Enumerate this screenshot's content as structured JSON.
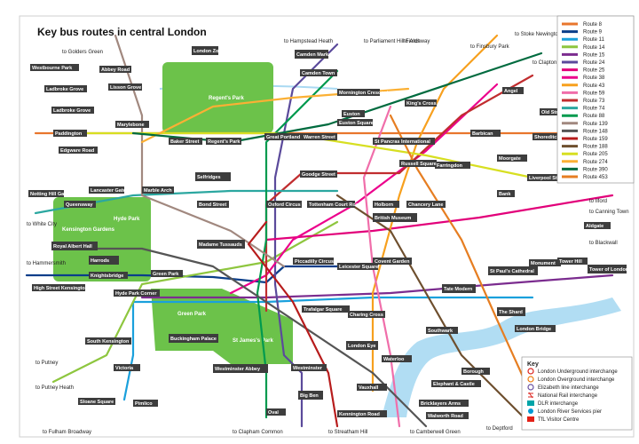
{
  "title": "Key bus routes in central London",
  "colors": {
    "park": "#6cc24a",
    "water": "#a9d9f2",
    "label_bg": "#3d3d3d",
    "route_8": "#e8762d",
    "route_9": "#0a3e8a",
    "route_11": "#1aa0dc",
    "route_14": "#8ec63f",
    "route_15": "#7b2c8f",
    "route_24": "#5b4a9b",
    "route_25": "#e2007a",
    "route_38": "#ec008c",
    "route_43": "#f7a01e",
    "route_59": "#f06eaa",
    "route_73": "#c12d2f",
    "route_74": "#2ba7a0",
    "route_88": "#009a4e",
    "route_139": "#a1887f",
    "route_148": "#555555",
    "route_159": "#b71c1c",
    "route_188": "#6e4f2e",
    "route_205": "#d7df21",
    "route_274": "#fbb034",
    "route_390": "#006b3f",
    "route_453": "#e67e22"
  },
  "routes_legend": [
    {
      "label": "Route 8",
      "color": "#e8762d"
    },
    {
      "label": "Route 9",
      "color": "#0a3e8a"
    },
    {
      "label": "Route 11",
      "color": "#1aa0dc"
    },
    {
      "label": "Route 14",
      "color": "#8ec63f"
    },
    {
      "label": "Route 15",
      "color": "#7b2c8f"
    },
    {
      "label": "Route 24",
      "color": "#5b4a9b"
    },
    {
      "label": "Route 25",
      "color": "#e2007a"
    },
    {
      "label": "Route 38",
      "color": "#ec008c"
    },
    {
      "label": "Route 43",
      "color": "#f7a01e"
    },
    {
      "label": "Route 59",
      "color": "#f06eaa"
    },
    {
      "label": "Route 73",
      "color": "#c12d2f"
    },
    {
      "label": "Route 74",
      "color": "#2ba7a0"
    },
    {
      "label": "Route 88",
      "color": "#009a4e"
    },
    {
      "label": "Route 139",
      "color": "#a1887f"
    },
    {
      "label": "Route 148",
      "color": "#555555"
    },
    {
      "label": "Route 159",
      "color": "#b71c1c"
    },
    {
      "label": "Route 188",
      "color": "#6e4f2e"
    },
    {
      "label": "Route 205",
      "color": "#d7df21"
    },
    {
      "label": "Route 274",
      "color": "#fbb034"
    },
    {
      "label": "Route 390",
      "color": "#006b3f"
    },
    {
      "label": "Route 453",
      "color": "#e67e22"
    }
  ],
  "key": {
    "heading": "Key",
    "items": [
      "London Underground interchange",
      "London Overground interchange",
      "Elizabeth line interchange",
      "National Rail interchange",
      "DLR interchange",
      "London River Services pier",
      "TfL Visitor Centre"
    ]
  },
  "parks": {
    "regents": "Regent's Park",
    "hyde": "Hyde Park",
    "kensington": "Kensington Gardens",
    "green": "Green Park",
    "stjames": "St James's Park"
  },
  "landmarks": {
    "zoo": "London Zoo",
    "camden": "Camden Market",
    "madame": "Madame Tussauds",
    "selfridges": "Selfridges",
    "harrods": "Harrods",
    "royal_albert": "Royal Albert Hall",
    "palace": "Buckingham Palace",
    "westminster_abbey": "Westminster Abbey",
    "british_museum": "British Museum",
    "tower": "Tower of London",
    "stpauls": "St Paul's Cathedral",
    "shard": "The Shard",
    "london_eye": "London Eye",
    "tate": "Tate Modern",
    "big_ben": "Big Ben"
  },
  "places": [
    "Westbourne Park",
    "Abbey Road",
    "Lisson Grove",
    "Ladbroke Grove",
    "Ladbroke Grove",
    "Paddington",
    "Edgware Road",
    "Marylebone",
    "Baker Street",
    "Regent's Park",
    "Great Portland Street",
    "Warren Street",
    "Goodge Street",
    "Camden Town",
    "Mornington Crescent",
    "Euston",
    "Euston Square",
    "King's Cross",
    "St Pancras International",
    "Angel",
    "Old Street",
    "Shoreditch High Street",
    "Liverpool Street",
    "Moorgate",
    "Barbican",
    "Farringdon",
    "Chancery Lane",
    "Holborn",
    "Russell Square",
    "Tottenham Court Road",
    "Oxford Circus",
    "Bond Street",
    "Marble Arch",
    "Lancaster Gate",
    "Queensway",
    "Notting Hill Gate",
    "High Street Kensington",
    "Knightsbridge",
    "Hyde Park Corner",
    "Green Park",
    "Piccadilly Circus",
    "Leicester Square",
    "Covent Garden",
    "Charing Cross",
    "Trafalgar Square",
    "Westminster",
    "Victoria",
    "Pimlico",
    "Sloane Square",
    "South Kensington",
    "Waterloo",
    "Southwark",
    "London Bridge",
    "Bank",
    "Monument",
    "Tower Hill",
    "Aldgate",
    "Elephant & Castle",
    "Borough",
    "Kennington Road",
    "Vauxhall",
    "Walworth Road",
    "Bricklayers Arms",
    "Oval"
  ],
  "edge_labels": {
    "hampstead": "to Hampstead Heath",
    "parliament": "to Parliament Hill Fields",
    "archway": "to Archway",
    "finsbury": "to Finsbury Park",
    "stoke": "to Stoke Newington",
    "clapton": "to Clapton Pond",
    "white_city": "to White City",
    "hammersmith": "to Hammersmith",
    "putney": "to Putney",
    "putney_heath": "to Putney Heath",
    "fulham": "to Fulham Broadway",
    "clapham": "to Clapham Common",
    "streatham": "to Streatham Hill",
    "camberwell": "to Camberwell Green",
    "deptford": "to Deptford",
    "ilford": "to Ilford",
    "canning": "to Canning Town",
    "blackwall": "to Blackwall",
    "golders": "to Golders Green"
  }
}
